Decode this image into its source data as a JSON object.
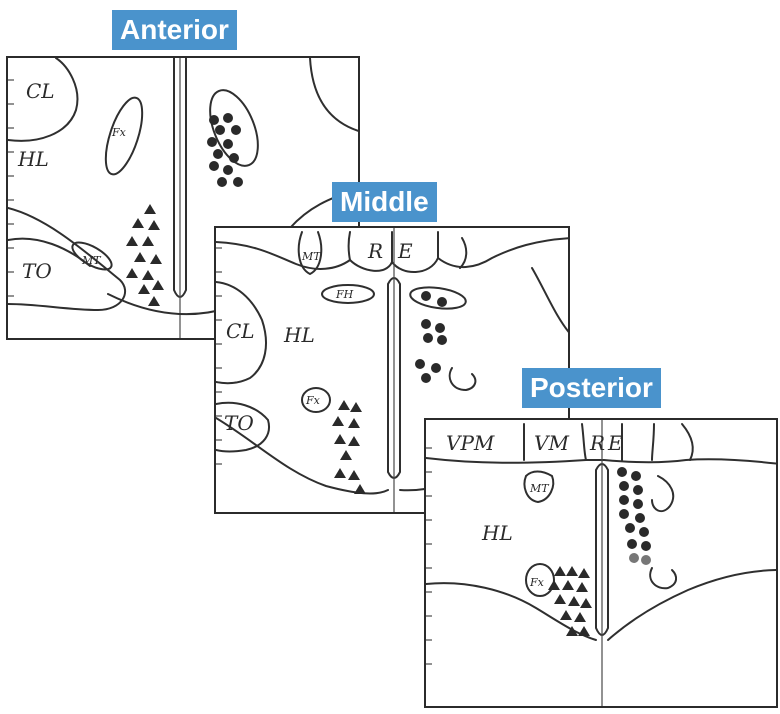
{
  "panels": {
    "anterior": {
      "title": "Anterior",
      "labels": {
        "cl": "CL",
        "fx": "Fx",
        "hl": "HL",
        "to": "TO",
        "mt": "MT"
      }
    },
    "middle": {
      "title": "Middle",
      "labels": {
        "mt": "MT",
        "r": "R",
        "e": "E",
        "fh": "FH",
        "cl": "CL",
        "hl": "HL",
        "fx": "Fx",
        "to": "TO"
      }
    },
    "posterior": {
      "title": "Posterior",
      "labels": {
        "vpm": "VPM",
        "vm": "VM",
        "r": "R",
        "e": "E",
        "mt": "MT",
        "hl": "HL",
        "fx": "Fx"
      }
    }
  },
  "colors": {
    "tag_background": "#4a93cc",
    "ink": "#2f2f2f"
  }
}
